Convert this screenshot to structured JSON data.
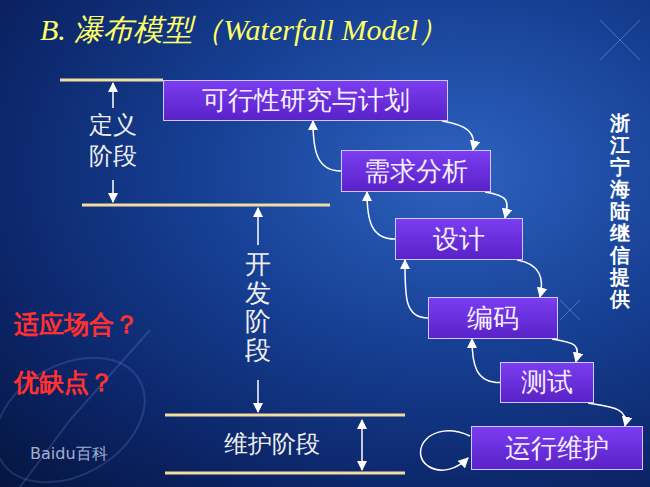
{
  "diagram": {
    "title": "B. 瀑布模型（Waterfall Model）",
    "nodes": [
      {
        "text": [
          "可行性研究与计划"
        ]
      },
      {
        "text": [
          "需求分析"
        ]
      },
      {
        "text": [
          "设计"
        ]
      },
      {
        "text": [
          "编码"
        ]
      },
      {
        "text": [
          "测试"
        ]
      },
      {
        "text": [
          "运行维护"
        ]
      }
    ],
    "edges": [
      {
        "from": 0,
        "to": 1,
        "arrow": "to"
      },
      {
        "from": 1,
        "to": 0,
        "arrow": "to"
      },
      {
        "from": 1,
        "to": 2,
        "arrow": "to"
      },
      {
        "from": 2,
        "to": 1,
        "arrow": "to"
      },
      {
        "from": 2,
        "to": 3,
        "arrow": "to"
      },
      {
        "from": 3,
        "to": 2,
        "arrow": "to"
      },
      {
        "from": 3,
        "to": 4,
        "arrow": "to"
      },
      {
        "from": 4,
        "to": 3,
        "arrow": "to"
      },
      {
        "from": 4,
        "to": 5,
        "arrow": "to"
      }
    ],
    "labels": [
      "定义 阶段",
      "开发阶段",
      "维护阶段",
      "适应场合？",
      "优缺点？",
      "浙江宁海陆继信提供",
      "Baidu百科"
    ]
  }
}
